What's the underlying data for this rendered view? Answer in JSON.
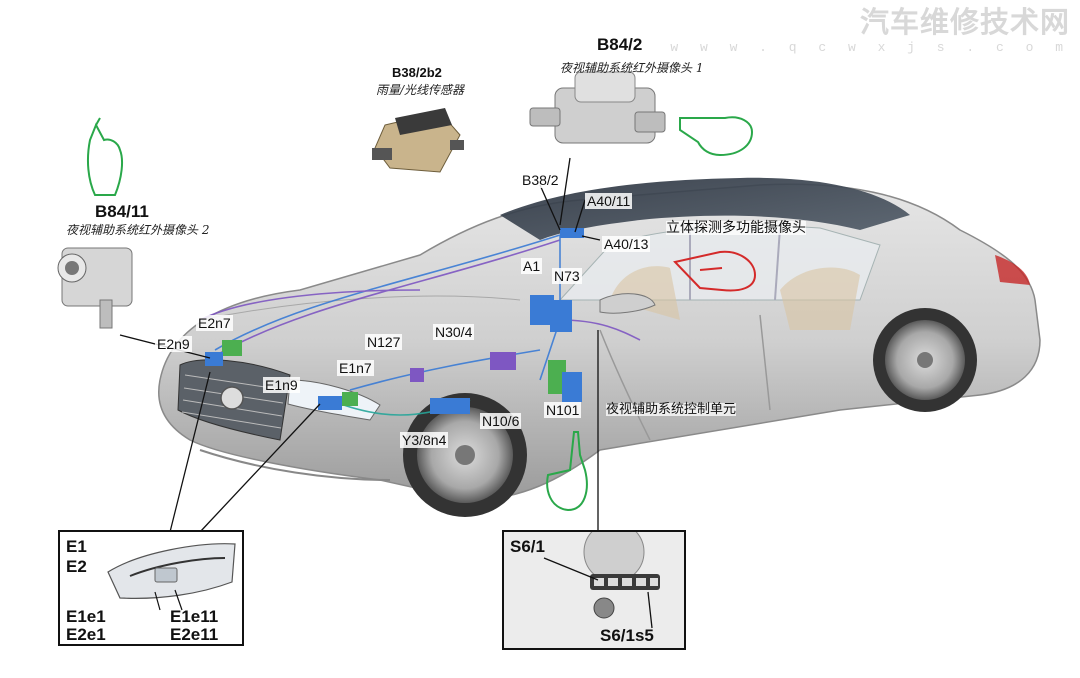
{
  "watermark": {
    "title": "汽车维修技术网",
    "url": "w w w . q c w x j s . c o m"
  },
  "components": {
    "b84_2": {
      "code": "B84/2",
      "desc": "夜视辅助系统红外摄像头 1"
    },
    "b38_2b2": {
      "code": "B38/2b2",
      "desc": "雨量/光线传感器"
    },
    "b84_11": {
      "code": "B84/11",
      "desc": "夜视辅助系统红外摄像头 2"
    }
  },
  "car_labels": {
    "b38_2": "B38/2",
    "a40_11": "A40/11",
    "a40_13": "A40/13",
    "a1": "A1",
    "n73": "N73",
    "e2n7": "E2n7",
    "e2n9": "E2n9",
    "n127": "N127",
    "n30_4": "N30/4",
    "e1n7": "E1n7",
    "e1n9": "E1n9",
    "n10_6": "N10/6",
    "n101": "N101",
    "y3_8n4": "Y3/8n4"
  },
  "annotations": {
    "stereo_camera": "立体探测多功能摄像头",
    "night_vision_unit": "夜视辅助系统控制单元"
  },
  "headlamp_inset": {
    "e1": "E1",
    "e2": "E2",
    "e1e1": "E1e1",
    "e2e1": "E2e1",
    "e1e11": "E1e11",
    "e2e11": "E2e11"
  },
  "switch_inset": {
    "s6_1": "S6/1",
    "s6_1s5": "S6/1s5"
  },
  "colors": {
    "hand_green": "#2aa84a",
    "hand_red": "#d42a2a",
    "car_body": "#c8c8c8",
    "module_blue": "#3a7bd5",
    "module_green": "#4caf50"
  }
}
